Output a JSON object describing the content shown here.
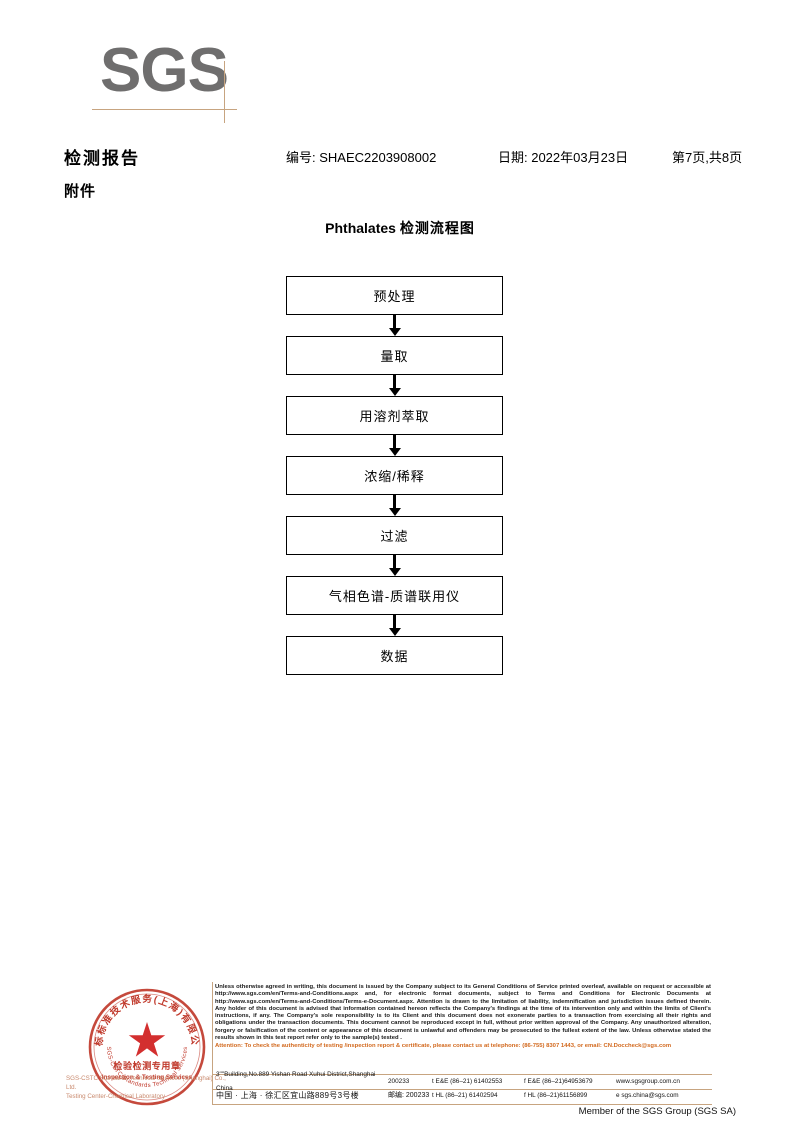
{
  "brand": {
    "logo_text": "SGS",
    "logo_color": "#6f6e6e",
    "rule_color": "#c7a480"
  },
  "header": {
    "doc_title": "检测报告",
    "report_no": "编号: SHAEC2203908002",
    "date": "日期: 2022年03月23日",
    "page_info": "第7页,共8页",
    "attachment_label": "附件"
  },
  "flowchart": {
    "title_en": "Phthalates",
    "title_cn": "检测流程图",
    "steps": [
      {
        "label": "预处理"
      },
      {
        "label": "量取"
      },
      {
        "label": "用溶剂萃取"
      },
      {
        "label": "浓缩/稀释"
      },
      {
        "label": "过滤"
      },
      {
        "label": "气相色谱-质谱联用仪"
      },
      {
        "label": "数据"
      }
    ]
  },
  "seal": {
    "outer_text_cn": "通标标准技术服务(上海)有限公司",
    "center_cn": "检验检测专用章",
    "center_en": "Inspection & Testing Services",
    "star": "★",
    "color": "#c0392b",
    "caption_line1": "SGS-CSTC Standards Technical Services (Shanghai) Co., Ltd.",
    "caption_line2": "Testing Center-Chemical Laboratory"
  },
  "legal": {
    "paragraph": "Unless otherwise agreed in writing, this document is issued by the Company subject to its General Conditions of Service printed overleaf, available on request or accessible at http://www.sgs.com/en/Terms-and-Conditions.aspx and, for electronic format documents, subject to Terms and Conditions for Electronic Documents at http://www.sgs.com/en/Terms-and-Conditions/Terms-e-Document.aspx. Attention is drawn to the limitation of liability, indemnification and jurisdiction issues defined therein. Any holder of this document is advised that information contained hereon reflects the Company's findings at the time of its intervention only and within the limits of Client's instructions, if any. The Company's sole responsibility is to its Client and this document does not exonerate parties to a transaction from exercising all their rights and obligations under the transaction documents. This document cannot be reproduced except in full, without prior written approval of the Company. Any unauthorized alteration, forgery or falsification of the content or appearance of this document is unlawful and offenders may be prosecuted to the fullest extent of the law. Unless otherwise stated the results shown in this test report refer only to the sample(s) tested .",
    "attention": "Attention: To check the authenticity of testing /inspection report & certificate, please contact us at telephone: (86-755) 8307 1443, or email: CN.Doccheck@sgs.com",
    "attention_color": "#d2691e"
  },
  "address": {
    "rows": [
      {
        "address": "3\"\"Building,No.889 Yishan Road Xuhui District,Shanghai China",
        "postcode": "200233",
        "tel": "t E&E (86–21) 61402553",
        "fax": "f E&E (86–21)64953679",
        "web": "www.sgsgroup.com.cn"
      },
      {
        "address": "中国 · 上海 · 徐汇区宜山路889号3号楼",
        "postcode": "邮编: 200233",
        "tel": "t HL (86–21) 61402594",
        "fax": "f HL (86–21)61156899",
        "web": "e sgs.china@sgs.com"
      }
    ]
  },
  "footer": {
    "member_line": "Member of the SGS Group (SGS SA)"
  }
}
